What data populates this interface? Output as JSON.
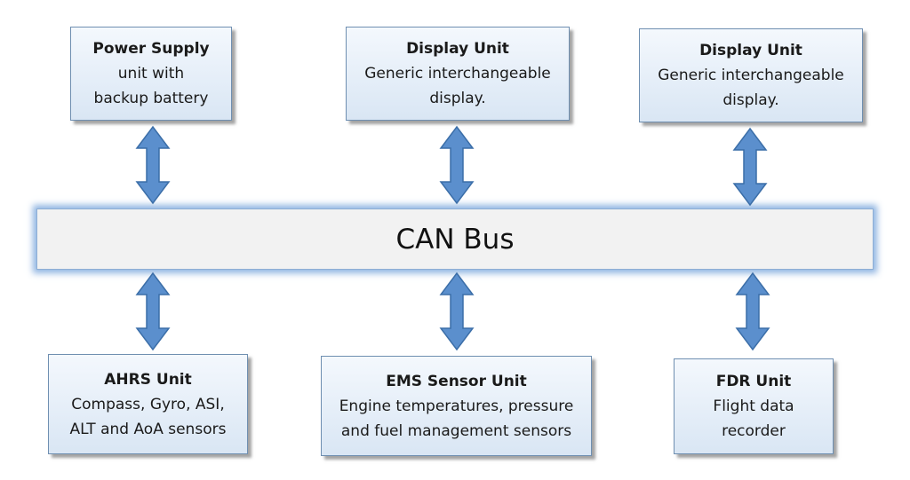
{
  "bus": {
    "label": "CAN Bus"
  },
  "top_units": [
    {
      "title": "Power Supply",
      "description": "unit with\nbackup battery"
    },
    {
      "title": "Display Unit",
      "description": "Generic interchangeable\ndisplay."
    },
    {
      "title": "Display Unit",
      "description": "Generic interchangeable\ndisplay."
    }
  ],
  "bottom_units": [
    {
      "title": "AHRS Unit",
      "description": "Compass, Gyro, ASI,\nALT and AoA sensors"
    },
    {
      "title": "EMS Sensor Unit",
      "description": "Engine temperatures, pressure\nand fuel management sensors"
    },
    {
      "title": "FDR Unit",
      "description": "Flight data\nrecorder"
    }
  ],
  "colors": {
    "arrow_fill": "#5b8fcd",
    "arrow_stroke": "#3b6ea8",
    "box_border": "#6f8fb1",
    "bus_glow": "#7da8dd"
  }
}
